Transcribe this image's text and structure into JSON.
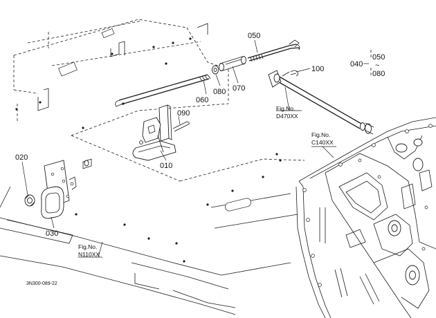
{
  "parts": [
    {
      "id": "p010",
      "label": "010"
    },
    {
      "id": "p020",
      "label": "020"
    },
    {
      "id": "p030",
      "label": "030"
    },
    {
      "id": "p050",
      "label": "050"
    },
    {
      "id": "p060",
      "label": "060"
    },
    {
      "id": "p070",
      "label": "070"
    },
    {
      "id": "p080",
      "label": "080"
    },
    {
      "id": "p090",
      "label": "090"
    },
    {
      "id": "p100",
      "label": "100"
    }
  ],
  "group": {
    "parent": "040",
    "range_start": "050",
    "range_sep": "~",
    "range_end": "080"
  },
  "fig_refs": [
    {
      "caption": "Fig.No.",
      "number": "D470XX"
    },
    {
      "caption": "Fig.No.",
      "number": "C140XX"
    },
    {
      "caption": "Fig.No.",
      "number": "N110XX"
    }
  ],
  "drawing_code": "3N300-089-22"
}
